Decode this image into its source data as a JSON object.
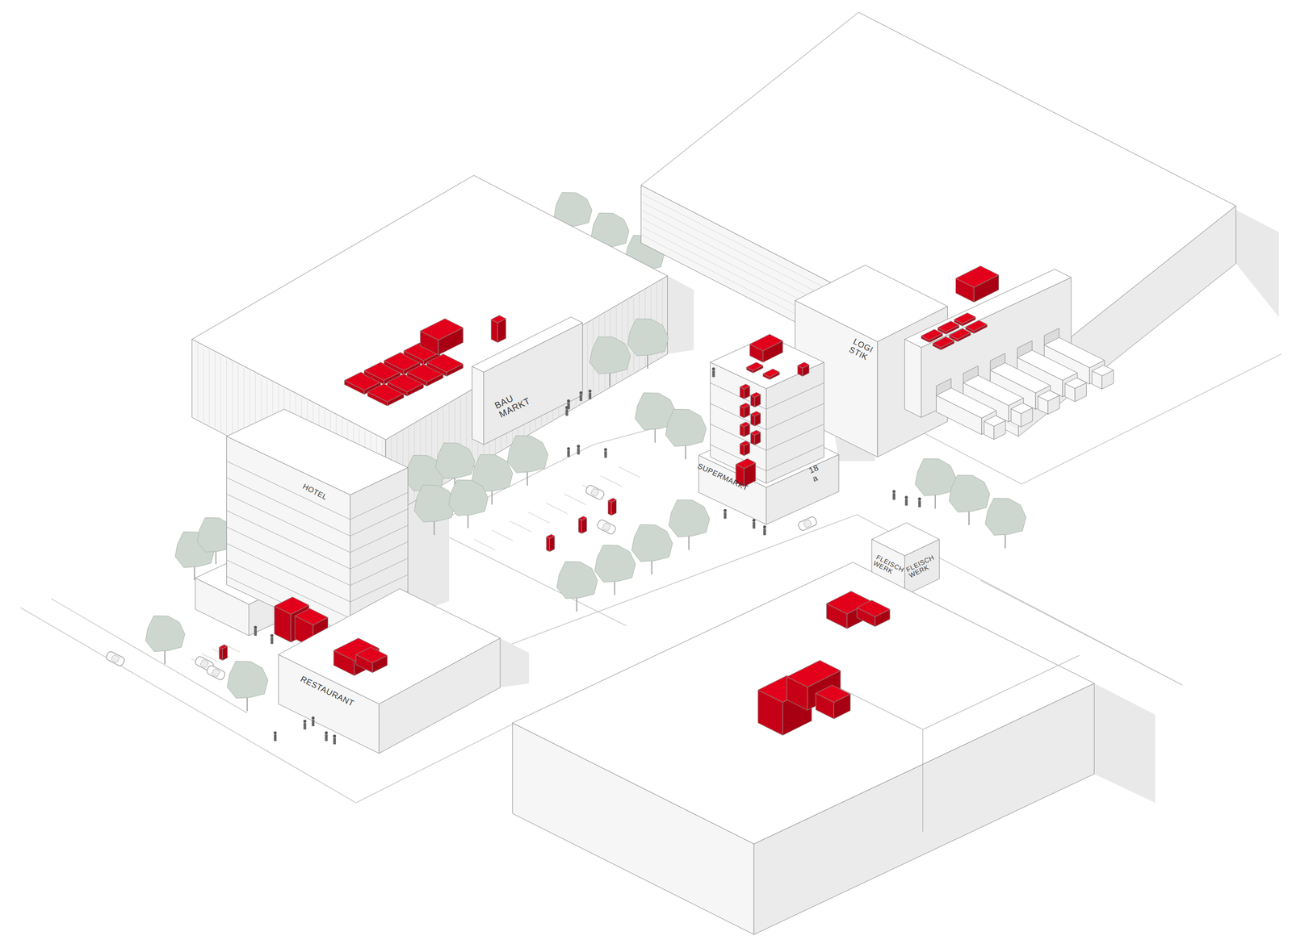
{
  "diagram": {
    "labels": [
      "BAU MARKT",
      "HOTEL",
      "RESTAURANT",
      "SUPERMARKT",
      "18 a",
      "LOGI STIK",
      "FLEISCH WERK",
      "FLEISCH WERK"
    ]
  }
}
